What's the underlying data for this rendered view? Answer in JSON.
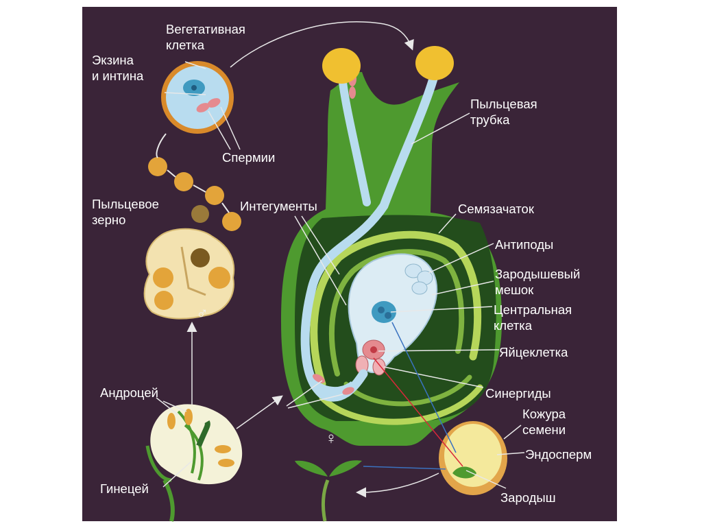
{
  "labels": {
    "vegetative_cell": "Вегетативная\nклетка",
    "exine_intine": "Экзина\nи интина",
    "pollen_tube": "Пыльцевая\nтрубка",
    "sperms": "Спермии",
    "pollen_grain": "Пыльцевое\nзерно",
    "integuments": "Интегументы",
    "ovule": "Семязачаток",
    "antipodes": "Антиподы",
    "embryo_sac": "Зародышевый\nмешок",
    "central_cell": "Центральная\nклетка",
    "egg_cell": "Яйцеклетка",
    "synergids": "Синергиды",
    "androecium": "Андроцей",
    "gynoecium": "Гинецей",
    "seed_coat": "Кожура\nсемени",
    "endosperm": "Эндосперм",
    "embryo": "Зародыш"
  },
  "symbols": {
    "male": "♂",
    "female": "♀"
  },
  "colors": {
    "background": "#3a2438",
    "pistil_green": "#4e9a2f",
    "dark_green": "#234d1c",
    "light_green": "#b6d65a",
    "pollen_orange": "#e3a43a",
    "stigma_yellow": "#f0c030",
    "tube_blue": "#b8dcef",
    "sac_blue": "#dcecf4",
    "nucleus_blue": "#3f9ac0",
    "cell_pink": "#e58a8f",
    "anther_cream": "#f3e2b0",
    "seed_yellow": "#f4e99c",
    "line_white": "#e8e8e8",
    "line_red": "#d8283a",
    "line_blue": "#3a72c0"
  }
}
